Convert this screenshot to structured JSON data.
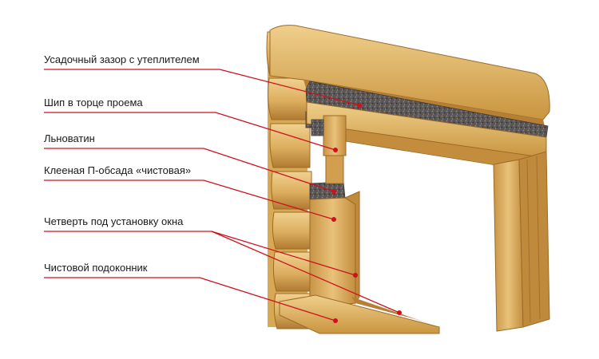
{
  "callouts": [
    {
      "id": "shrink-gap",
      "label": "Усадочный зазор с утеплителем"
    },
    {
      "id": "tenon",
      "label": "Шип в торце проема"
    },
    {
      "id": "flax",
      "label": "Льноватин"
    },
    {
      "id": "casing",
      "label": "Клееная П-обсада «чистовая»"
    },
    {
      "id": "rebate",
      "label": "Четверть под установку окна"
    },
    {
      "id": "sill",
      "label": "Чистовой подоконник"
    }
  ],
  "colors": {
    "wood_light": "#e9c47c",
    "wood_mid": "#d9aa58",
    "wood_dark": "#a9752f",
    "insulation": "#5c5858",
    "leader": "#d0101c",
    "text": "#1a1a1a"
  }
}
